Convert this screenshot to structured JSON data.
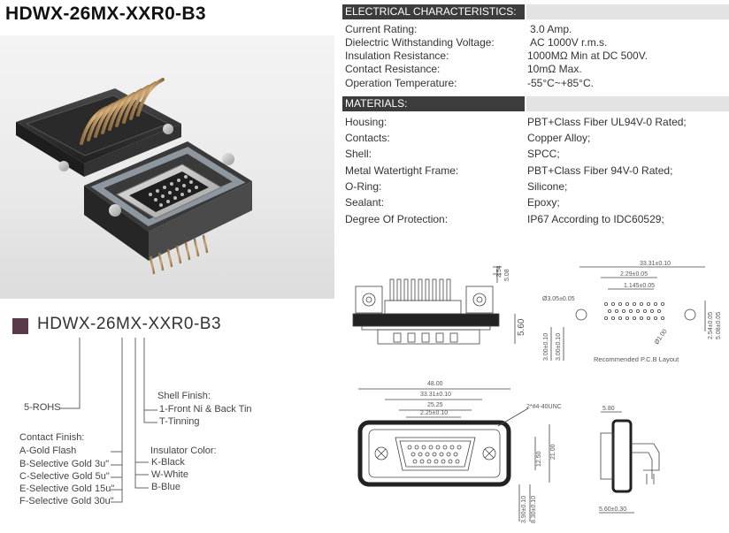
{
  "title": "HDWX-26MX-XXR0-B3",
  "part_number": "HDWX-26MX-XXR0-B3",
  "ordering": {
    "rohs": "5-ROHS",
    "shell_finish_title": "Shell Finish:",
    "shell_finish_options": [
      "1-Front Ni & Back Tin",
      "T-Tinning"
    ],
    "insulator_title": "Insulator Color:",
    "insulator_options": [
      "K-Black",
      "W-White",
      "B-Blue"
    ],
    "contact_title": "Contact Finish:",
    "contact_options": [
      "A-Gold Flash",
      "B-Selective Gold 3u\"",
      "C-Selective Gold 5u\"",
      "E-Selective Gold 15u\"",
      "F-Selective Gold 30u\""
    ]
  },
  "electrical": {
    "header": "ELECTRICAL CHARACTERISTICS:",
    "rows": [
      {
        "label": "Current Rating:",
        "value": "3.0 Amp."
      },
      {
        "label": "Dielectric Withstanding Voltage:",
        "value": "AC 1000V r.m.s."
      },
      {
        "label": "Insulation Resistance:",
        "value": "1000MΩ Min at DC 500V."
      },
      {
        "label": "Contact Resistance:",
        "value": "10mΩ Max."
      },
      {
        "label": "Operation Temperature:",
        "value": "-55°C~+85°C."
      }
    ]
  },
  "materials": {
    "header": "MATERIALS:",
    "rows": [
      {
        "label": "Housing:",
        "value": "PBT+Class Fiber UL94V-0 Rated;"
      },
      {
        "label": "Contacts:",
        "value": "Copper Alloy;"
      },
      {
        "label": "Shell:",
        "value": "SPCC;"
      },
      {
        "label": "Metal Watertight Frame:",
        "value": "PBT+Class Fiber 94V-0 Rated;"
      },
      {
        "label": "O-Ring:",
        "value": "Silicone;"
      },
      {
        "label": "Sealant:",
        "value": "Epoxy;"
      },
      {
        "label": "Degree Of Protection:",
        "value": "IP67 According to IDC60529;"
      }
    ]
  },
  "drawing_dims": {
    "d_2_54": "2.54",
    "d_5_08": "5.08",
    "d_5_60": "5.60",
    "d_33_31": "33.31±0.10",
    "d_2_29": "2.29±0.05",
    "d_1_145": "1.145±0.05",
    "d_hole": "Ø3.05±0.05",
    "d_pcb_2_54": "2.54±0.05",
    "d_pcb_5_08": "5.08±0.05",
    "d_pcb_1_00": "Ø1.00",
    "d_3_00a": "3.00±0.10",
    "d_3_00b": "3.00±0.10",
    "pcb_caption": "Recommended  P.C.B  Layout",
    "d_48_00": "48.00",
    "d_33_31b": "33.31±0.10",
    "d_25_25": "25.25",
    "d_2_25": "2.25±0.10",
    "d_screw": "2*#4-40UNC",
    "d_12_50": "12.50",
    "d_21_00": "21.00",
    "d_3_90": "3.90±0.10",
    "d_8_30": "8.30±0.10",
    "d_5_80": "5.80",
    "d_5_60b": "5.60±0.30"
  },
  "colors": {
    "header_bar": "#3c3c3c",
    "swatch": "#5a3a4a",
    "seal_gray": "#8e96a0"
  }
}
